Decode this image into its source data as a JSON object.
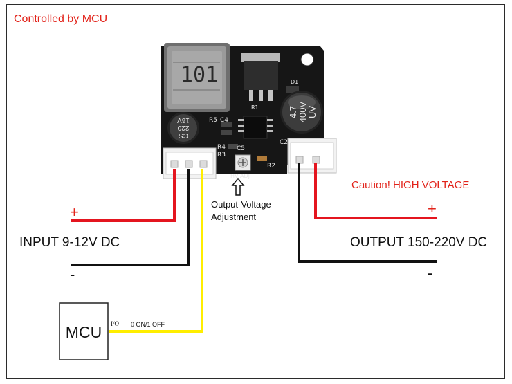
{
  "header": {
    "controlled_by": "Controlled by MCU"
  },
  "board": {
    "inductor_marking": "101",
    "cap_big": [
      "4.7",
      "400V",
      "UV"
    ],
    "cap_small": [
      "CS",
      "220",
      "16V"
    ],
    "silkscreen": {
      "r5": "R5",
      "c4": "C4",
      "r4": "R4",
      "r3": "R3",
      "c5": "C5",
      "r1": "R1",
      "r2": "R2",
      "c2": "C2",
      "d1": "D1",
      "hv_adj": "HV ADJ"
    }
  },
  "labels": {
    "caution": "Caution! HIGH VOLTAGE",
    "adjustment_line1": "Output-Voltage",
    "adjustment_line2": "Adjustment",
    "input": "INPUT 9-12V DC",
    "output": "OUTPUT 150-220V DC",
    "plus": "+",
    "minus": "-",
    "mcu": "MCU",
    "io": "I/O",
    "onoff": "0 ON/1 OFF"
  },
  "colors": {
    "red_wire": "#e4151f",
    "black_wire": "#111111",
    "yellow_wire": "#ffee00",
    "pcb": "#151515",
    "accent_text": "#e2231a"
  }
}
